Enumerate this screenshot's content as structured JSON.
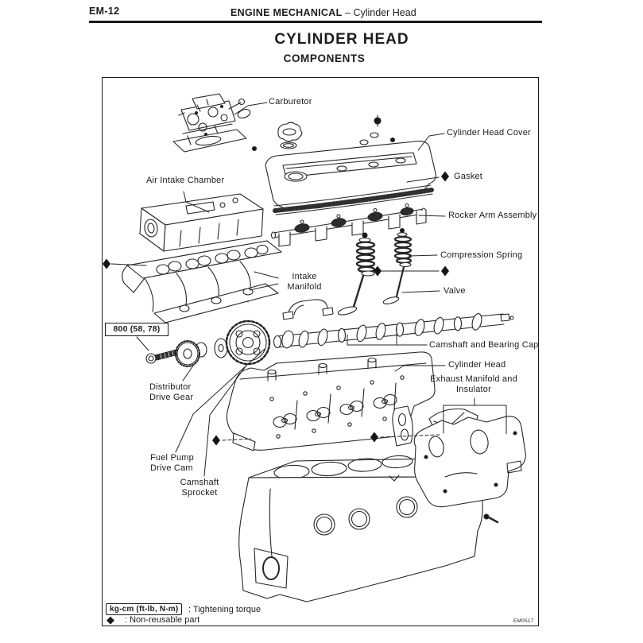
{
  "page": {
    "number": "EM-12",
    "section": "ENGINE MECHANICAL",
    "section_suffix": "–  Cylinder Head",
    "title": "CYLINDER HEAD",
    "subtitle": "COMPONENTS"
  },
  "figure": {
    "code": "EM0517",
    "torque_value": "800 (58, 78)",
    "parts": {
      "carburetor": "Carburetor",
      "cylinder_head_cover": "Cylinder Head Cover",
      "gasket": "Gasket",
      "air_intake_chamber": "Air Intake Chamber",
      "rocker_arm_assembly": "Rocker Arm Assembly",
      "compression_spring": "Compression Spring",
      "valve": "Valve",
      "intake_manifold": "Intake Manifold",
      "camshaft_and_bearing_cap": "Camshaft and Bearing Cap",
      "cylinder_head": "Cylinder Head",
      "exhaust_manifold_and_insulator": "Exhaust Manifold and Insulator",
      "distributor_drive_gear": "Distributor Drive Gear",
      "fuel_pump_drive_cam": "Fuel Pump Drive Cam",
      "camshaft_sprocket": "Camshaft Sprocket"
    },
    "legend": {
      "torque_unit_box": "kg-cm (ft-lb, N-m)",
      "torque_label": ":  Tightening torque",
      "diamond_symbol": "◆",
      "diamond_label": ":  Non-reusable part"
    }
  },
  "colors": {
    "ink": "#1c1c1c",
    "paper": "#ffffff"
  }
}
